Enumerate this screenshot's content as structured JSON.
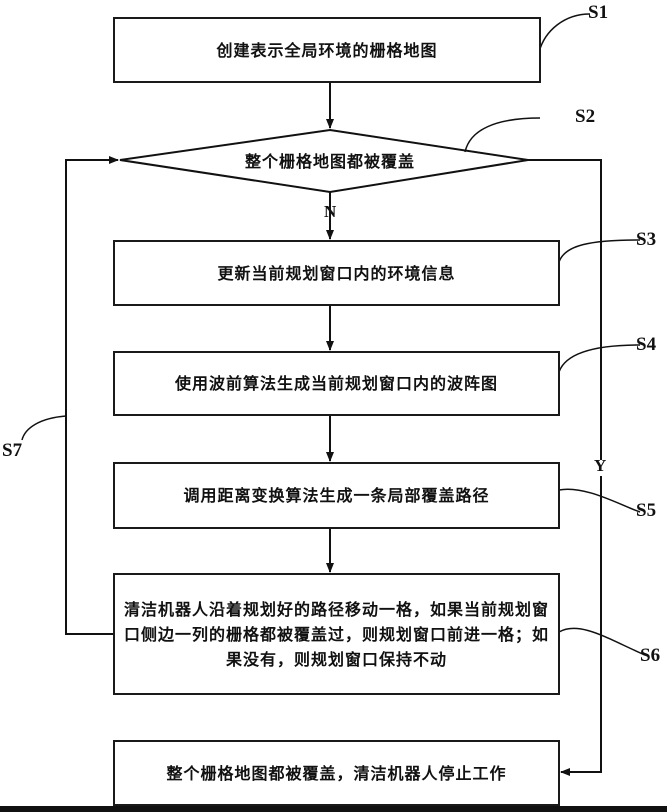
{
  "diagram": {
    "type": "flowchart",
    "steps": [
      {
        "id": "S1",
        "label": "S1",
        "text": "创建表示全局环境的栅格地图"
      },
      {
        "id": "S2",
        "label": "S2",
        "text": "整个栅格地图都被覆盖",
        "shape": "decision"
      },
      {
        "id": "S3",
        "label": "S3",
        "text": "更新当前规划窗口内的环境信息"
      },
      {
        "id": "S4",
        "label": "S4",
        "text": "使用波前算法生成当前规划窗口内的波阵图"
      },
      {
        "id": "S5",
        "label": "S5",
        "text": "调用距离变换算法生成一条局部覆盖路径"
      },
      {
        "id": "S6",
        "label": "S6",
        "text": "清洁机器人沿着规划好的路径移动一格，如果当前规划窗口侧边一列的栅格都被覆盖过，则规划窗口前进一格；如果没有，则规划窗口保持不动"
      },
      {
        "id": "END",
        "text": "整个栅格地图都被覆盖，清洁机器人停止工作"
      }
    ],
    "loop_label": "S7",
    "branch_no": "N",
    "branch_yes": "Y",
    "edges": [
      {
        "from": "S1",
        "to": "S2"
      },
      {
        "from": "S2",
        "to": "S3",
        "label": "N"
      },
      {
        "from": "S3",
        "to": "S4"
      },
      {
        "from": "S4",
        "to": "S5"
      },
      {
        "from": "S5",
        "to": "S6"
      },
      {
        "from": "S6",
        "to": "S2",
        "label": "S7"
      },
      {
        "from": "S2",
        "to": "END",
        "label": "Y"
      }
    ]
  }
}
